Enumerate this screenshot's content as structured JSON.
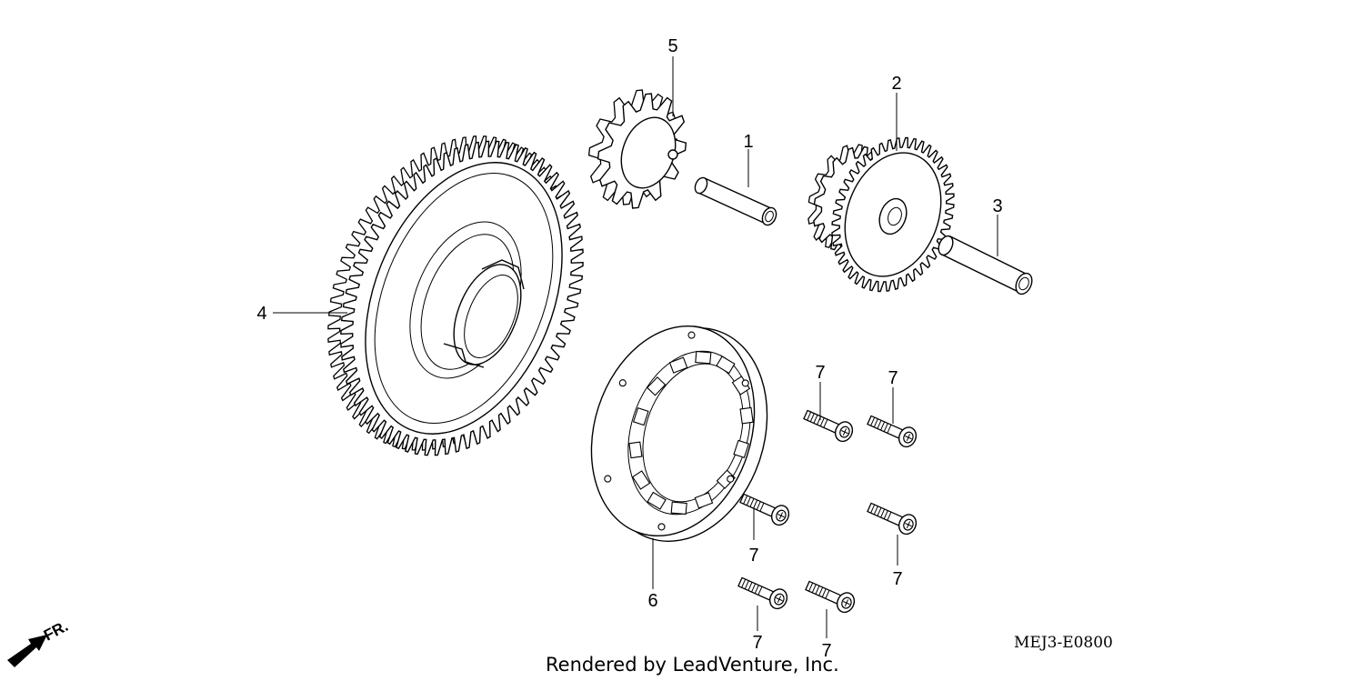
{
  "diagram": {
    "part_labels": {
      "shaft_a": "1",
      "driven_gear": "2",
      "shaft_b": "3",
      "starter_driven_gear": "4",
      "idle_gear": "5",
      "one_way_clutch": "6",
      "bolt": "7"
    },
    "code": "MEJ3-E0800",
    "credit": "Rendered by LeadVenture, Inc.",
    "front_marker": "FR.",
    "icons": {
      "front_arrow": "front-arrow-icon"
    }
  }
}
